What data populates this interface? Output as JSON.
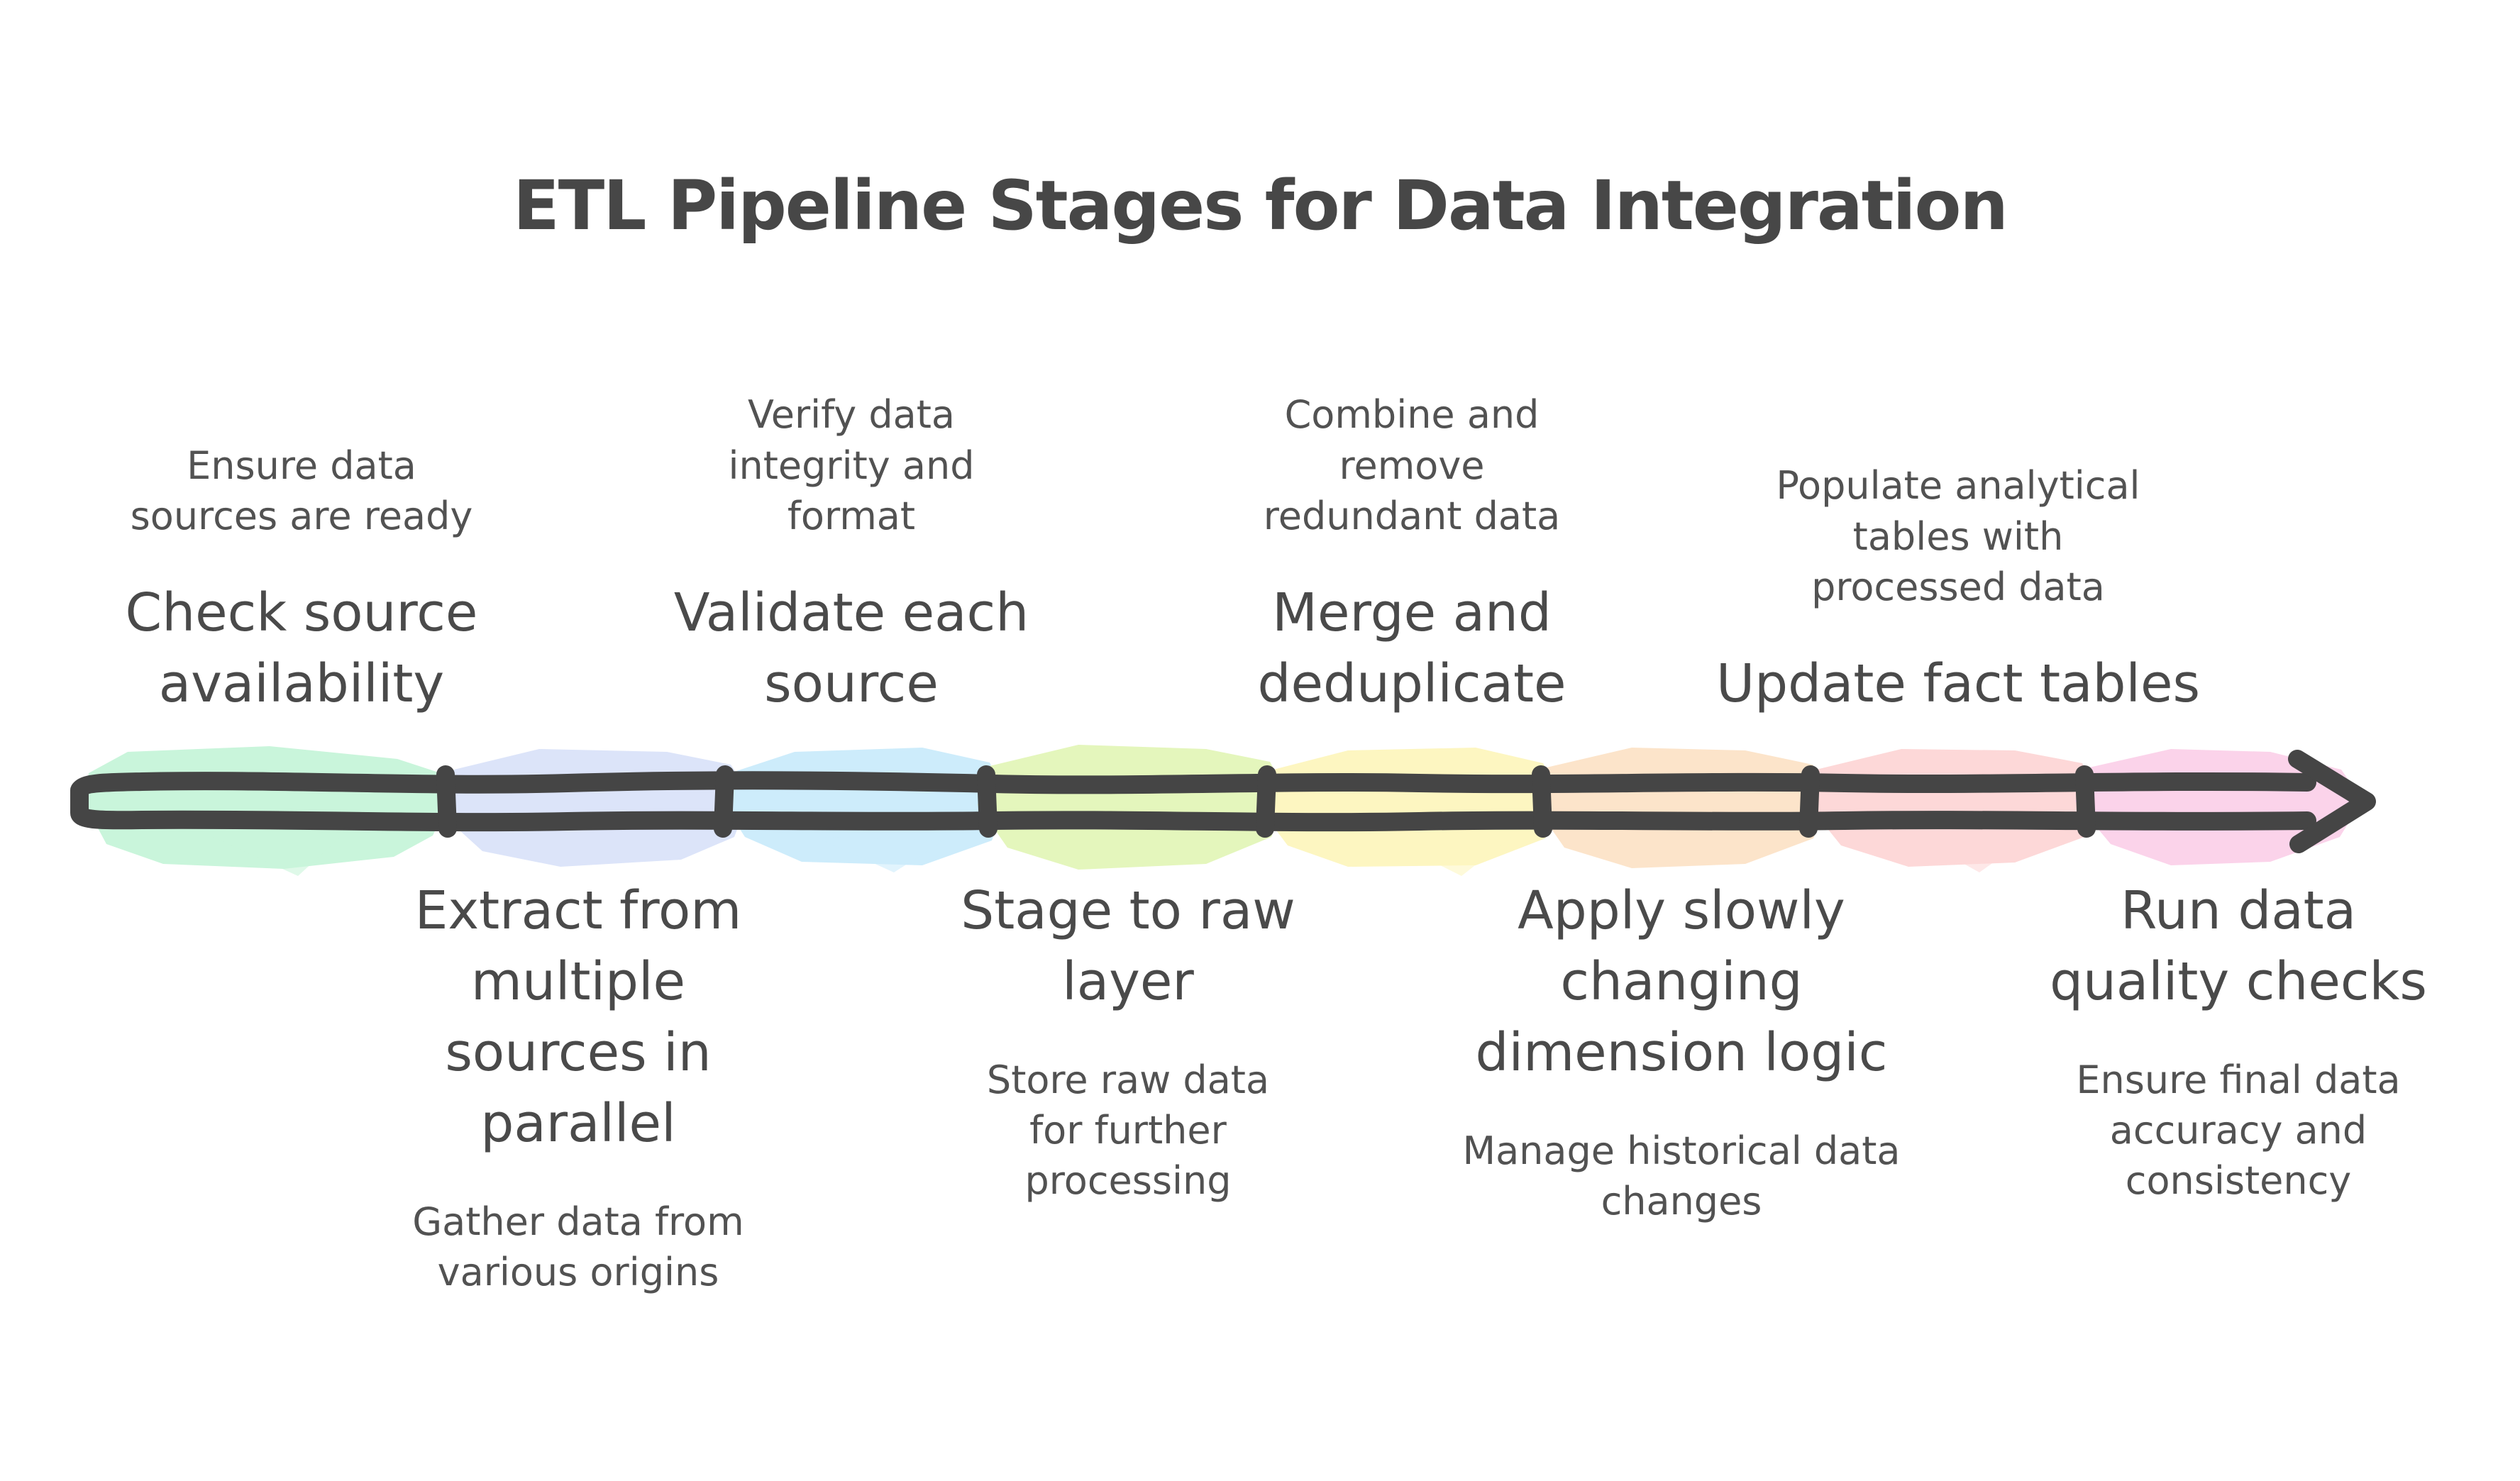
{
  "title": "ETL Pipeline Stages for Data Integration",
  "timeline": {
    "direction": "left-to-right",
    "stages": [
      {
        "title": "Check source availability",
        "description": "Ensure data sources are ready",
        "position": "above",
        "highlight_color": "#c9f5db"
      },
      {
        "title": "Extract from multiple sources in parallel",
        "description": "Gather data from various origins",
        "position": "below",
        "highlight_color": "#dce4f9"
      },
      {
        "title": "Validate each source",
        "description": "Verify data integrity and format",
        "position": "above",
        "highlight_color": "#cdecfb"
      },
      {
        "title": "Stage to raw layer",
        "description": "Store raw data for further processing",
        "position": "below",
        "highlight_color": "#e4f6bc"
      },
      {
        "title": "Merge and deduplicate",
        "description": "Combine and remove redundant data",
        "position": "above",
        "highlight_color": "#fdf6c1"
      },
      {
        "title": "Apply slowly changing dimension logic",
        "description": "Manage historical data changes",
        "position": "below",
        "highlight_color": "#fce4ca"
      },
      {
        "title": "Update fact tables",
        "description": "Populate analytical tables with processed data",
        "position": "above",
        "highlight_color": "#fdd8d8"
      },
      {
        "title": "Run data quality checks",
        "description": "Ensure final data accuracy and consistency",
        "position": "below",
        "highlight_color": "#fbd3ea"
      }
    ]
  },
  "colors": {
    "background": "#ffffff",
    "text": "#4f4f4f",
    "arrow_outline": "#454545"
  }
}
